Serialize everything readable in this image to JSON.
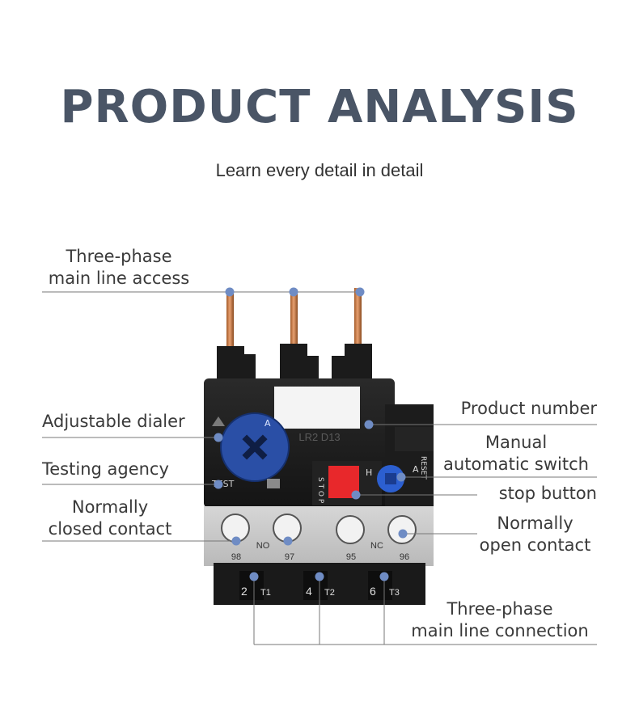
{
  "header": {
    "title": "PRODUCT ANALYSIS",
    "subtitle": "Learn every detail in detail"
  },
  "labels": {
    "main_line_access": [
      "Three-phase",
      "main line access"
    ],
    "adjustable_dialer": "Adjustable dialer",
    "testing_agency": "Testing agency",
    "normally_closed": [
      "Normally",
      "closed contact"
    ],
    "product_number": "Product number",
    "manual_auto_switch": [
      "Manual",
      "automatic switch"
    ],
    "stop_button": "stop button",
    "normally_open": [
      "Normally",
      "open contact"
    ],
    "main_line_connection": [
      "Three-phase",
      "main line connection"
    ]
  },
  "device": {
    "model": "LR2 D13",
    "test_label": "TEST",
    "stop_label": "S T O P",
    "reset_label": "RESET",
    "h_label": "H",
    "a_label": "A",
    "terminals_top": [
      "98",
      "NO",
      "97",
      "95",
      "NC",
      "96"
    ],
    "terminals_bottom": [
      "2",
      "T1",
      "4",
      "T2",
      "6",
      "T3"
    ]
  },
  "colors": {
    "title": "#4a5566",
    "dot": "#6f8cc4",
    "leader": "#777777",
    "dial": "#2a4fa6",
    "stop_button": "#e8282b"
  }
}
